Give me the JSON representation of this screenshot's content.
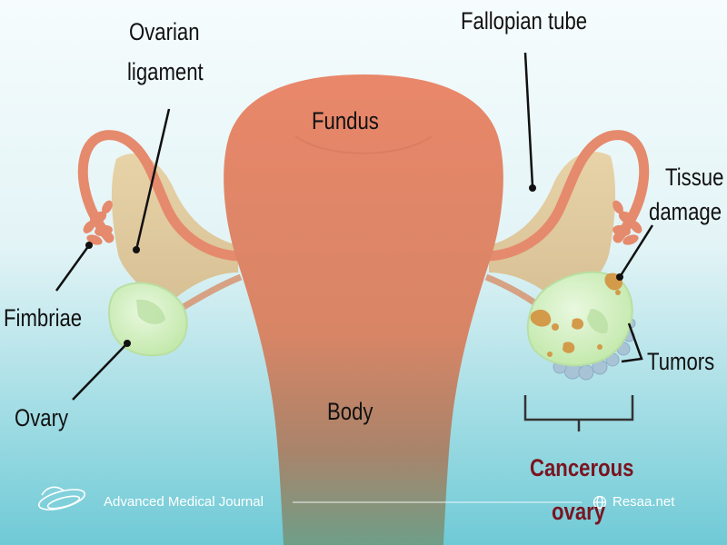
{
  "labels": {
    "ovarian_ligament_line1": "Ovarian",
    "ovarian_ligament_line2": "ligament",
    "fallopian_tube": "Fallopian tube",
    "fundus": "Fundus",
    "tissue_damage_line1": "Tissue",
    "tissue_damage_line2": "damage",
    "fimbriae": "Fimbriae",
    "ovary": "Ovary",
    "tumors": "Tumors",
    "body": "Body",
    "cancerous_line1": "Cancerous",
    "cancerous_line2": "ovary"
  },
  "watermark": {
    "left_text": "Advanced Medical Journal",
    "right_text": "Resaa.net"
  },
  "colors": {
    "uterus": "#e8876b",
    "ovary_healthy": "#d4efc4",
    "broad_ligament": "#e2cda4",
    "cancer_label": "#7a1420",
    "background_top": "#f4fbfc",
    "background_bottom": "#7fd2dd"
  }
}
